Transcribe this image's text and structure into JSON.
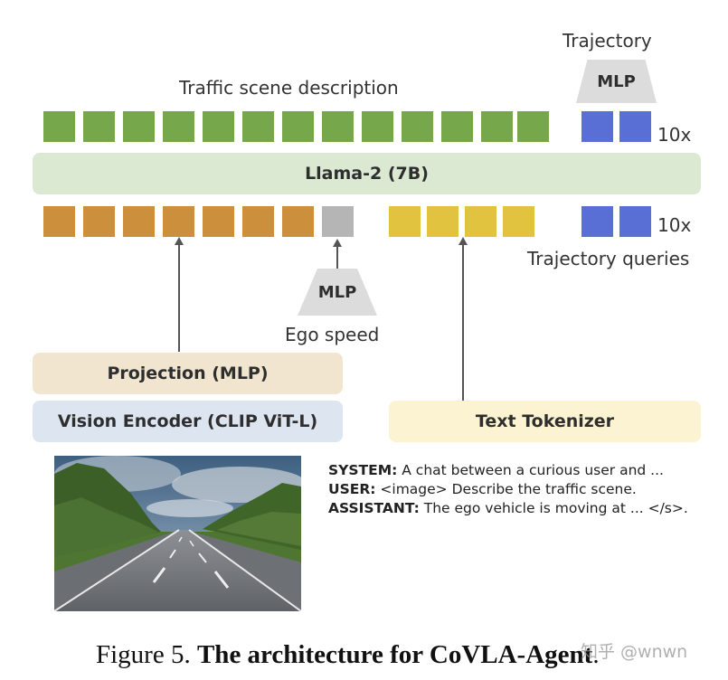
{
  "labels": {
    "trajectory": "Trajectory",
    "mlp_top": "MLP",
    "traffic_scene_description": "Traffic scene description",
    "repeat_top": "10x",
    "llama": "Llama-2 (7B)",
    "repeat_bottom": "10x",
    "trajectory_queries": "Trajectory queries",
    "mlp_speed": "MLP",
    "ego_speed": "Ego speed",
    "projection": "Projection (MLP)",
    "vision_encoder": "Vision Encoder (CLIP ViT-L)",
    "text_tokenizer": "Text Tokenizer"
  },
  "prompt": {
    "system_key": "SYSTEM:",
    "system_text": " A chat between a curious user and ...",
    "user_key": "USER:",
    "user_text": " <image> Describe the traffic scene.",
    "assistant_key": "ASSISTANT:",
    "assistant_text": " The ego vehicle is moving at ... </s>."
  },
  "caption": {
    "prefix": "Figure 5. ",
    "title": "The architecture for CoVLA-Agent",
    "suffix": "."
  },
  "watermark": "知乎 @wnwn",
  "colors": {
    "output_token": "#76a84b",
    "image_token": "#cc8f3b",
    "speed_token": "#b5b5b5",
    "text_token": "#e2c33f",
    "trajectory_token": "#5a6fd6",
    "llama_bar": "#dbe8d2",
    "projection_bar": "#f1e5d0",
    "vision_bar": "#dde5f1",
    "tokenizer_bar": "#fbf3d2"
  },
  "tokens": {
    "output_count": 13,
    "image_count": 7,
    "speed_count": 1,
    "text_count": 4,
    "trajectory_top_count": 2,
    "trajectory_bottom_count": 2
  }
}
